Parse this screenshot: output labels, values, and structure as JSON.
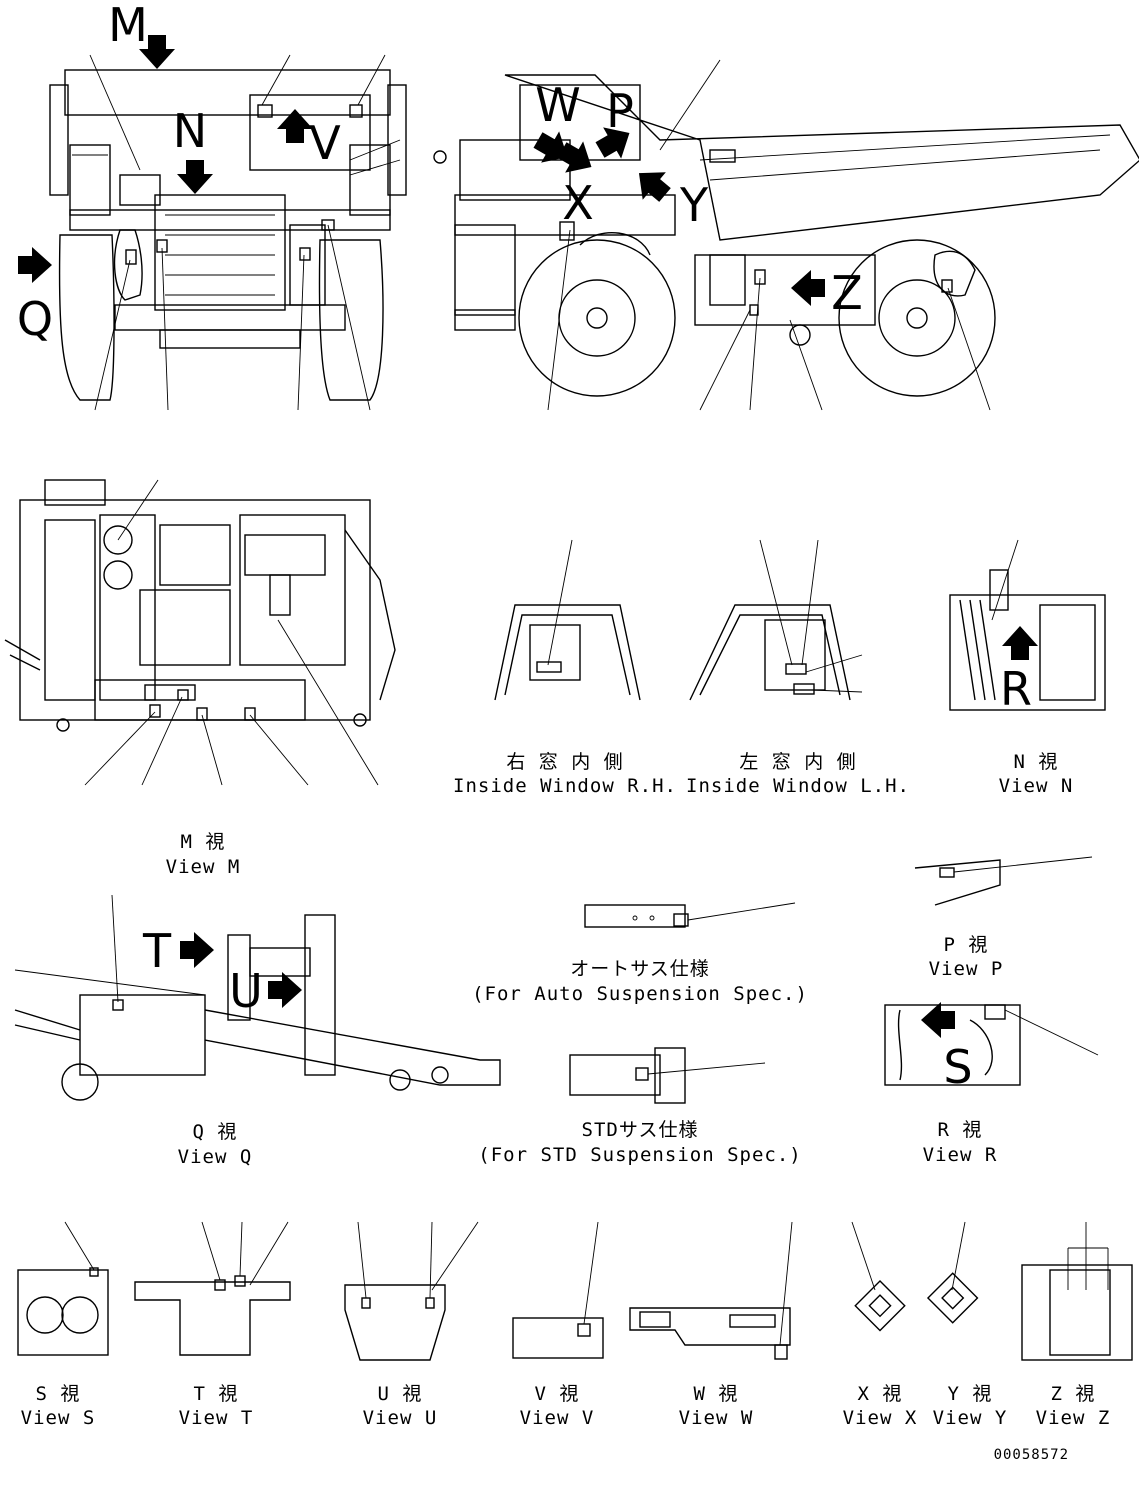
{
  "drawing_number": "00058572",
  "view_letters": {
    "m": "M",
    "n": "N",
    "v": "V",
    "q": "Q",
    "w": "W",
    "p": "P",
    "x": "X",
    "y": "Y",
    "z": "Z",
    "r": "R",
    "t": "T",
    "u": "U",
    "s": "S"
  },
  "captions": {
    "inside_rh_ja": "右 窓 内 側",
    "inside_rh_en": "Inside Window R.H.",
    "inside_lh_ja": "左 窓 内 側",
    "inside_lh_en": "Inside Window L.H.",
    "view_n_ja": "N 視",
    "view_n_en": "View N",
    "view_m_ja": "M 視",
    "view_m_en": "View M",
    "view_p_ja": "P 視",
    "view_p_en": "View P",
    "auto_ja": "オートサス仕様",
    "auto_en": "(For Auto Suspension Spec.)",
    "view_q_ja": "Q 視",
    "view_q_en": "View Q",
    "std_ja": "STDサス仕様",
    "std_en": "(For STD Suspension Spec.)",
    "view_r_ja": "R 視",
    "view_r_en": "View R",
    "view_s_ja": "S 視",
    "view_s_en": "View S",
    "view_t_ja": "T 視",
    "view_t_en": "View T",
    "view_u_ja": "U 視",
    "view_u_en": "View U",
    "view_v_ja": "V 視",
    "view_v_en": "View V",
    "view_w_ja": "W 視",
    "view_w_en": "View W",
    "view_x_ja": "X 視",
    "view_x_en": "View X",
    "view_y_ja": "Y 視",
    "view_y_en": "View Y",
    "view_z_ja": "Z 視",
    "view_z_en": "View Z"
  }
}
